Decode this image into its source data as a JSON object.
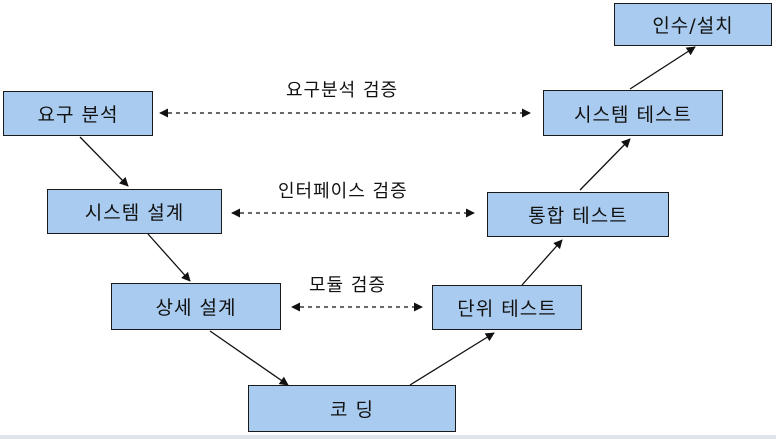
{
  "boxes": {
    "requirements_analysis": "요구 분석",
    "system_design": "시스템 설계",
    "detailed_design": "상세 설계",
    "coding": "코 딩",
    "unit_test": "단위 테스트",
    "integration_test": "통합 테스트",
    "system_test": "시스템 테스트",
    "acceptance": "인수/설치"
  },
  "verification_labels": {
    "requirements": "요구분석 검증",
    "interface": "인터페이스 검증",
    "module": "모듈 검증"
  },
  "colors": {
    "box_fill": "#a9cbef",
    "box_border": "#1a1a1a",
    "line": "#111111"
  }
}
